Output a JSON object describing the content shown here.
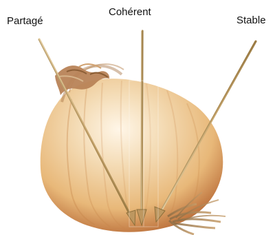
{
  "labels": {
    "left": "Partagé",
    "center": "Cohérent",
    "right": "Stable"
  },
  "colors": {
    "arrow": "#c9a870",
    "arrow_edge": "#8d6f3b",
    "onion_light": "#f4dcb6",
    "onion_mid": "#e7b67b",
    "onion_dark": "#b86a36",
    "root": "#b99363"
  },
  "image": {
    "subject": "onion",
    "arrow_count": 3
  }
}
